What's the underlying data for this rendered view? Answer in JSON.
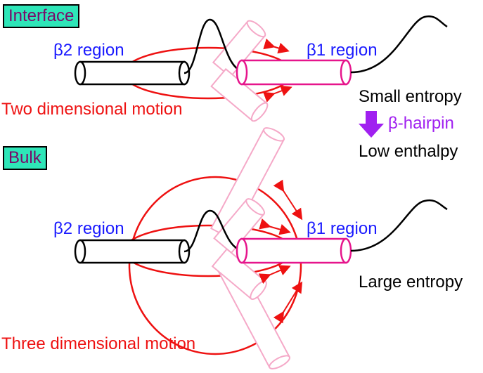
{
  "interface": {
    "tag": "Interface",
    "beta2_label": "β2 region",
    "beta1_label": "β1 region",
    "motion_label": "Two dimensional motion"
  },
  "transition": {
    "top_label": "Small entropy",
    "arrow_label": "β-hairpin",
    "bottom_label": "Low enthalpy"
  },
  "bulk": {
    "tag": "Bulk",
    "beta2_label": "β2 region",
    "beta1_label": "β1 region",
    "motion_label": "Three dimensional motion",
    "entropy_label": "Large entropy"
  },
  "colors": {
    "tag_bg": "#2ee6b8",
    "tag_text": "#7a0a6a",
    "region_label": "#1a1aff",
    "motion": "#ee1111",
    "beta1_cylinder": "#e6158c",
    "ghost_cylinder": "#f5a9c8",
    "hairpin_arrow": "#a020f0"
  }
}
